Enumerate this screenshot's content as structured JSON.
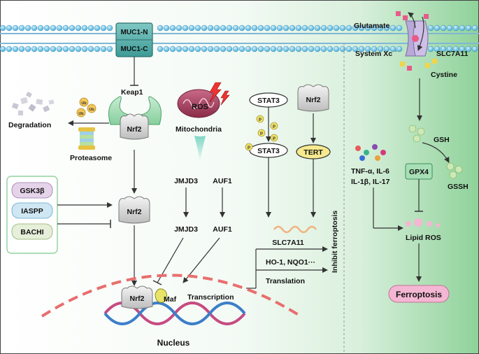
{
  "membrane": {
    "muc1_n": "MUC1-N",
    "muc1_c": "MUC1-C",
    "glutamate": "Glutamate",
    "system_xc": "System Xc",
    "system_xc_sup": "-",
    "slc7a11": "SLC7A11",
    "cystine": "Cystine"
  },
  "left": {
    "keap1": "Keap1",
    "nrf2_complex": "Nrf2",
    "degradation": "Degradation",
    "proteasome": "Proteasome",
    "ub": "Ub",
    "regulators": [
      "GSK3β",
      "IASPP",
      "BACHI"
    ],
    "nrf2_free": "Nrf2"
  },
  "middle": {
    "ros": "ROS",
    "mitochondria": "Mitochondria",
    "jmjd3_top": "JMJD3",
    "auf1_top": "AUF1",
    "jmjd3_bottom": "JMJD3",
    "auf1_bottom": "AUF1",
    "stat3_top": "STAT3",
    "stat3_bottom": "STAT3",
    "phospho": "P",
    "nrf2_right": "Nrf2",
    "tert": "TERT",
    "slc7a11_mrna": "SLC7A11",
    "ho1_nqo1": "HO-1, NQO1···",
    "translation": "Translation"
  },
  "nucleus": {
    "nrf2": "Nrf2",
    "maf": "Maf",
    "transcription": "Transcription",
    "label": "Nucleus"
  },
  "right": {
    "inhibit": "Inhibit ferroptosis",
    "gsh": "GSH",
    "gpx4": "GPX4",
    "gssh": "GSSH",
    "cytokines_1": "TNF-α, IL-6",
    "cytokines_2": "IL-1β, IL-17",
    "lipid_ros": "Lipid ROS",
    "ferroptosis": "Ferroptosis"
  }
}
